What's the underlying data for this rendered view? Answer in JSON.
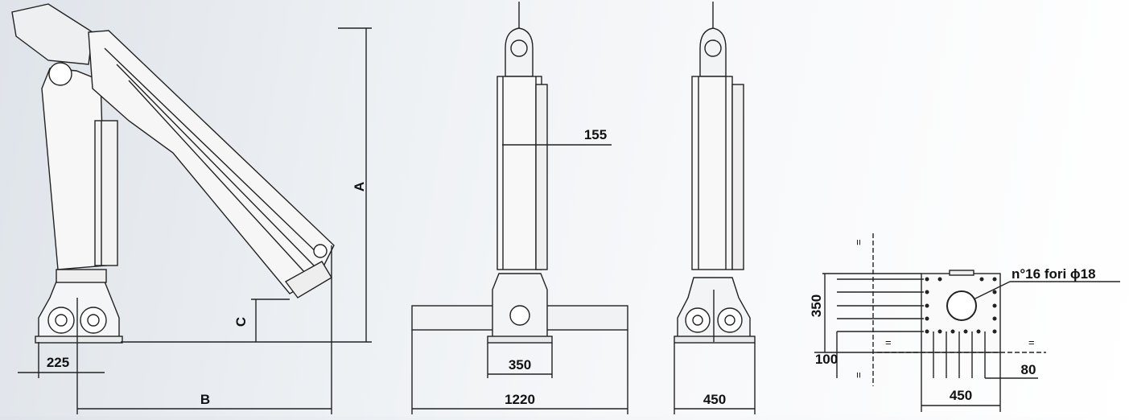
{
  "drawing": {
    "side_view": {
      "dim_A": "A",
      "dim_B": "B",
      "dim_C": "C",
      "dim_base_offset": "225"
    },
    "front_view": {
      "dim_width": "1220",
      "dim_base": "350",
      "dim_boom": "155"
    },
    "rear_view": {
      "dim_base": "450"
    },
    "base_plan": {
      "hole_note": "n°16 fori ϕ18",
      "dim_width": "450",
      "dim_height": "350",
      "dim_offset_left": "100",
      "dim_offset_bottom": "80",
      "equal_marks": [
        "=",
        "=",
        "=",
        "=",
        "=",
        "="
      ]
    }
  }
}
